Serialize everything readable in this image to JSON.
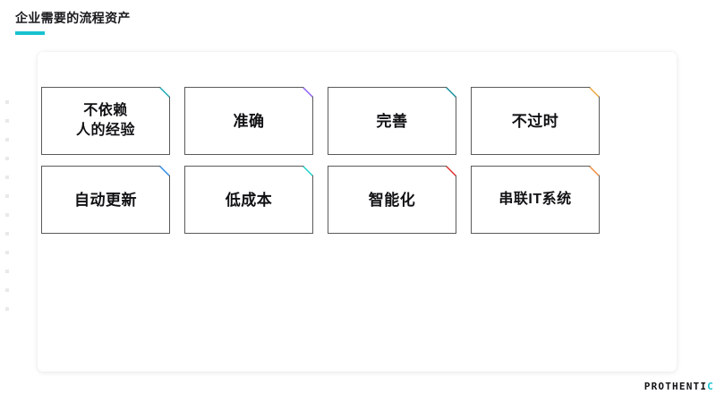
{
  "header": {
    "title": "企业需要的流程资产",
    "accent_color": "#18c2cf"
  },
  "cards": [
    {
      "label": "不依赖\n人的经验",
      "fold_color": "#17a8b5",
      "name": "card-no-reliance-on-experience"
    },
    {
      "label": "准确",
      "fold_color": "#8b5cf6",
      "name": "card-accurate"
    },
    {
      "label": "完善",
      "fold_color": "#0e8d9b",
      "name": "card-complete"
    },
    {
      "label": "不过时",
      "fold_color": "#f0a53c",
      "name": "card-not-outdated"
    },
    {
      "label": "自动更新",
      "fold_color": "#2b8ae8",
      "name": "card-auto-update"
    },
    {
      "label": "低成本",
      "fold_color": "#14d3c5",
      "name": "card-low-cost"
    },
    {
      "label": "智能化",
      "fold_color": "#e02b2b",
      "name": "card-intelligent"
    },
    {
      "label": "串联IT系统",
      "fold_color": "#f08a3c",
      "name": "card-connect-it-systems"
    }
  ],
  "brand": {
    "text": "PROTHENTI",
    "accent_letter": "C",
    "accent_color": "#18c2cf"
  }
}
